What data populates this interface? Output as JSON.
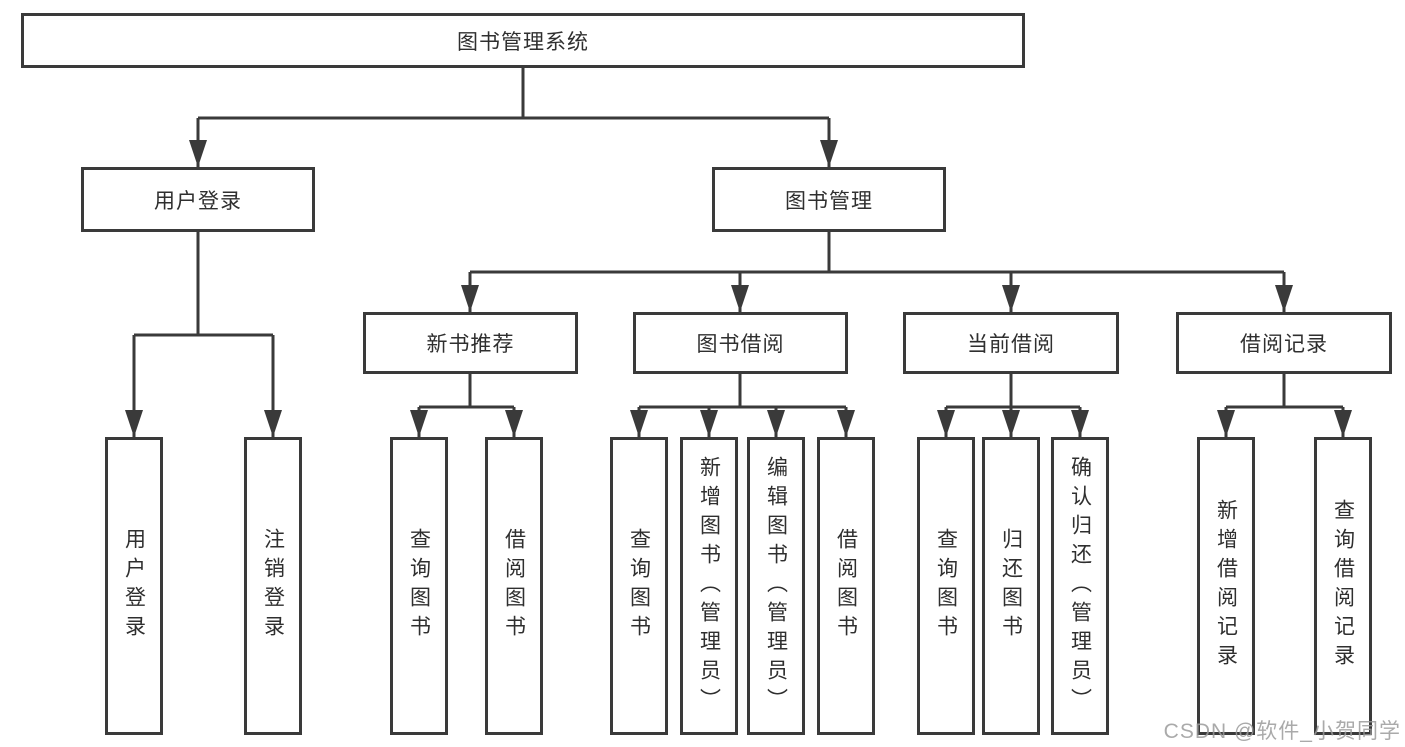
{
  "diagram": {
    "root": {
      "label": "图书管理系统"
    },
    "branches": [
      {
        "label": "用户登录",
        "children": [
          {
            "label": "用户登录"
          },
          {
            "label": "注销登录"
          }
        ]
      },
      {
        "label": "图书管理",
        "children": [
          {
            "label": "新书推荐",
            "children": [
              {
                "label": "查询图书"
              },
              {
                "label": "借阅图书"
              }
            ]
          },
          {
            "label": "图书借阅",
            "children": [
              {
                "label": "查询图书"
              },
              {
                "label": "新增图书（管理员）"
              },
              {
                "label": "编辑图书（管理员）"
              },
              {
                "label": "借阅图书"
              }
            ]
          },
          {
            "label": "当前借阅",
            "children": [
              {
                "label": "查询图书"
              },
              {
                "label": "归还图书"
              },
              {
                "label": "确认归还（管理员）"
              }
            ]
          },
          {
            "label": "借阅记录",
            "children": [
              {
                "label": "新增借阅记录"
              },
              {
                "label": "查询借阅记录"
              }
            ]
          }
        ]
      }
    ],
    "watermark": "CSDN @软件_小贺同学",
    "colors": {
      "line": "#3a3a3a",
      "text": "#2f2f2f",
      "background": "#ffffff",
      "watermark": "#9b9b9b"
    }
  }
}
